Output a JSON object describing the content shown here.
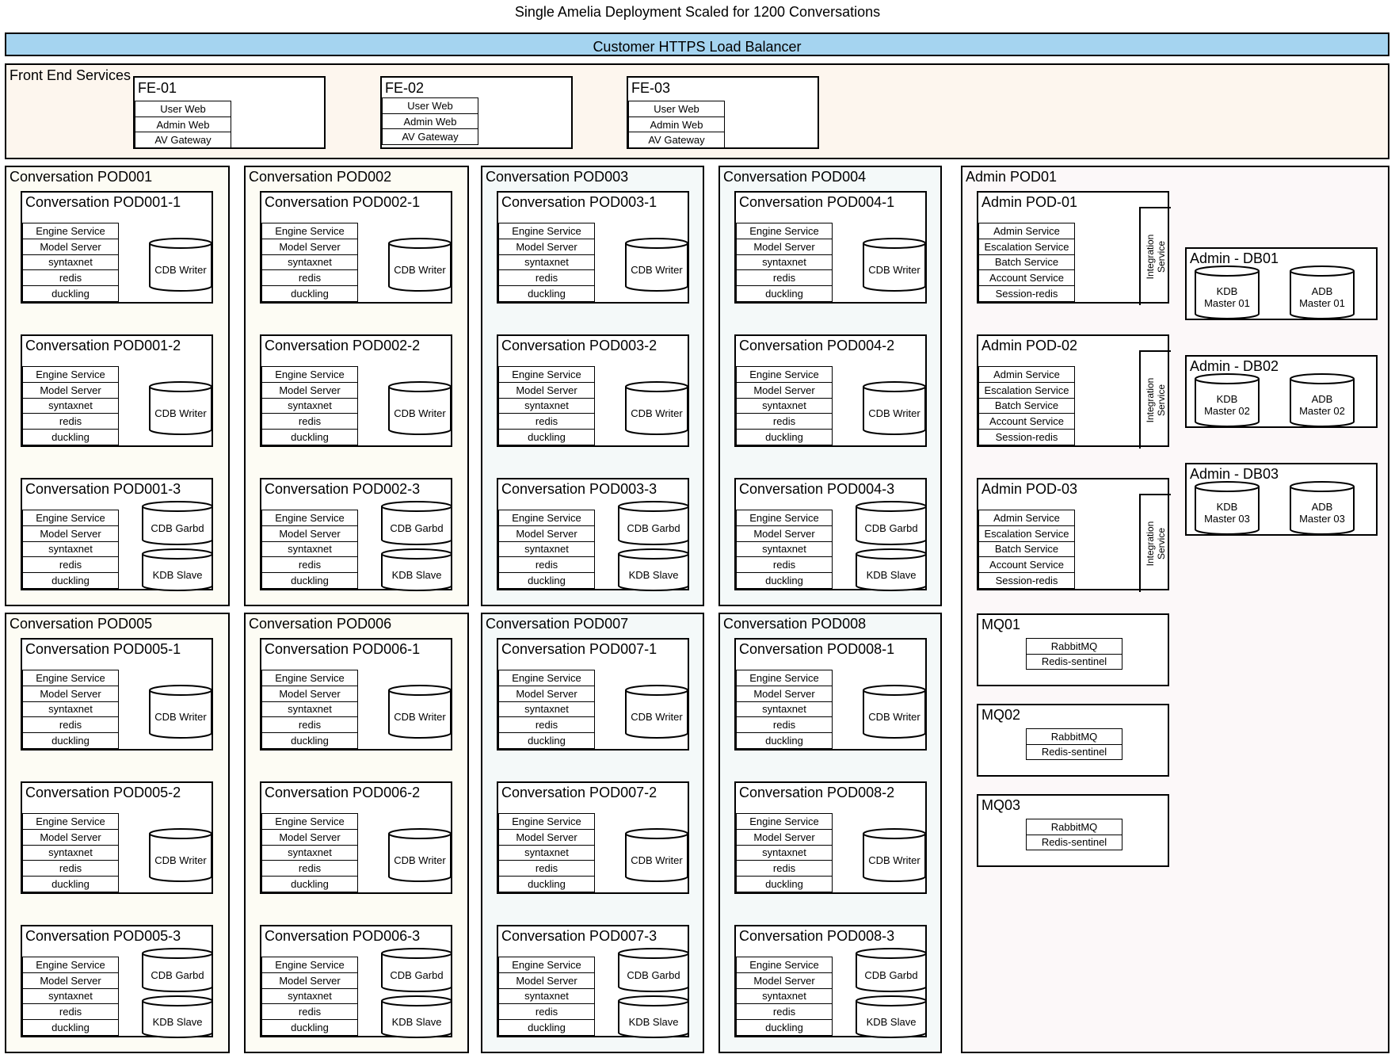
{
  "title": "Single Amelia Deployment Scaled for 1200 Conversations",
  "load_balancer": "Customer HTTPS Load Balancer",
  "front_end": {
    "label": "Front End Services",
    "nodes": [
      {
        "name": "FE-01",
        "services": [
          "User Web",
          "Admin Web",
          "AV Gateway"
        ]
      },
      {
        "name": "FE-02",
        "services": [
          "User Web",
          "Admin Web",
          "AV Gateway"
        ]
      },
      {
        "name": "FE-03",
        "services": [
          "User Web",
          "Admin Web",
          "AV Gateway"
        ]
      }
    ]
  },
  "service_list": [
    "Engine Service",
    "Model Server",
    "syntaxnet",
    "redis",
    "duckling"
  ],
  "cdb_writer": "CDB Writer",
  "cdb_garbd": "CDB Garbd",
  "kdb_slave": "KDB  Slave",
  "conversation_pods": [
    {
      "name": "Conversation POD001",
      "subs": [
        "Conversation POD001-1",
        "Conversation POD001-2",
        "Conversation POD001-3"
      ]
    },
    {
      "name": "Conversation POD002",
      "subs": [
        "Conversation POD002-1",
        "Conversation POD002-2",
        "Conversation POD002-3"
      ]
    },
    {
      "name": "Conversation POD003",
      "subs": [
        "Conversation POD003-1",
        "Conversation POD003-2",
        "Conversation POD003-3"
      ]
    },
    {
      "name": "Conversation POD004",
      "subs": [
        "Conversation POD004-1",
        "Conversation POD004-2",
        "Conversation POD004-3"
      ]
    },
    {
      "name": "Conversation POD005",
      "subs": [
        "Conversation POD005-1",
        "Conversation POD005-2",
        "Conversation POD005-3"
      ]
    },
    {
      "name": "Conversation POD006",
      "subs": [
        "Conversation POD006-1",
        "Conversation POD006-2",
        "Conversation POD006-3"
      ]
    },
    {
      "name": "Conversation POD007",
      "subs": [
        "Conversation POD007-1",
        "Conversation POD007-2",
        "Conversation POD007-3"
      ]
    },
    {
      "name": "Conversation POD008",
      "subs": [
        "Conversation POD008-1",
        "Conversation POD008-2",
        "Conversation POD008-3"
      ]
    }
  ],
  "admin": {
    "label": "Admin POD01",
    "pods": [
      "Admin POD-01",
      "Admin POD-02",
      "Admin POD-03"
    ],
    "services": [
      "Admin Service",
      "Escalation Service",
      "Batch Service",
      "Account Service",
      "Session-redis"
    ],
    "integration": [
      "Integration",
      "Service"
    ],
    "dbs": [
      {
        "name": "Admin - DB01",
        "kdb": [
          "KDB",
          "Master 01"
        ],
        "adb": [
          "ADB",
          "Master 01"
        ]
      },
      {
        "name": "Admin - DB02",
        "kdb": [
          "KDB",
          "Master 02"
        ],
        "adb": [
          "ADB",
          "Master 02"
        ]
      },
      {
        "name": "Admin - DB03",
        "kdb": [
          "KDB",
          "Master 03"
        ],
        "adb": [
          "ADB",
          "Master 03"
        ]
      }
    ],
    "mqs": [
      {
        "name": "MQ01",
        "services": [
          "RabbitMQ",
          "Redis-sentinel"
        ]
      },
      {
        "name": "MQ02",
        "services": [
          "RabbitMQ",
          "Redis-sentinel"
        ]
      },
      {
        "name": "MQ03",
        "services": [
          "RabbitMQ",
          "Redis-sentinel"
        ]
      }
    ]
  },
  "colors": {
    "load_balancer": "#a5d4f0",
    "front_end_bg": "#fdf6ee",
    "pod_bg_warm": "#fdfcf4",
    "pod_bg_cool": "#f4f9f9",
    "admin_bg": "#fcf8f9"
  }
}
